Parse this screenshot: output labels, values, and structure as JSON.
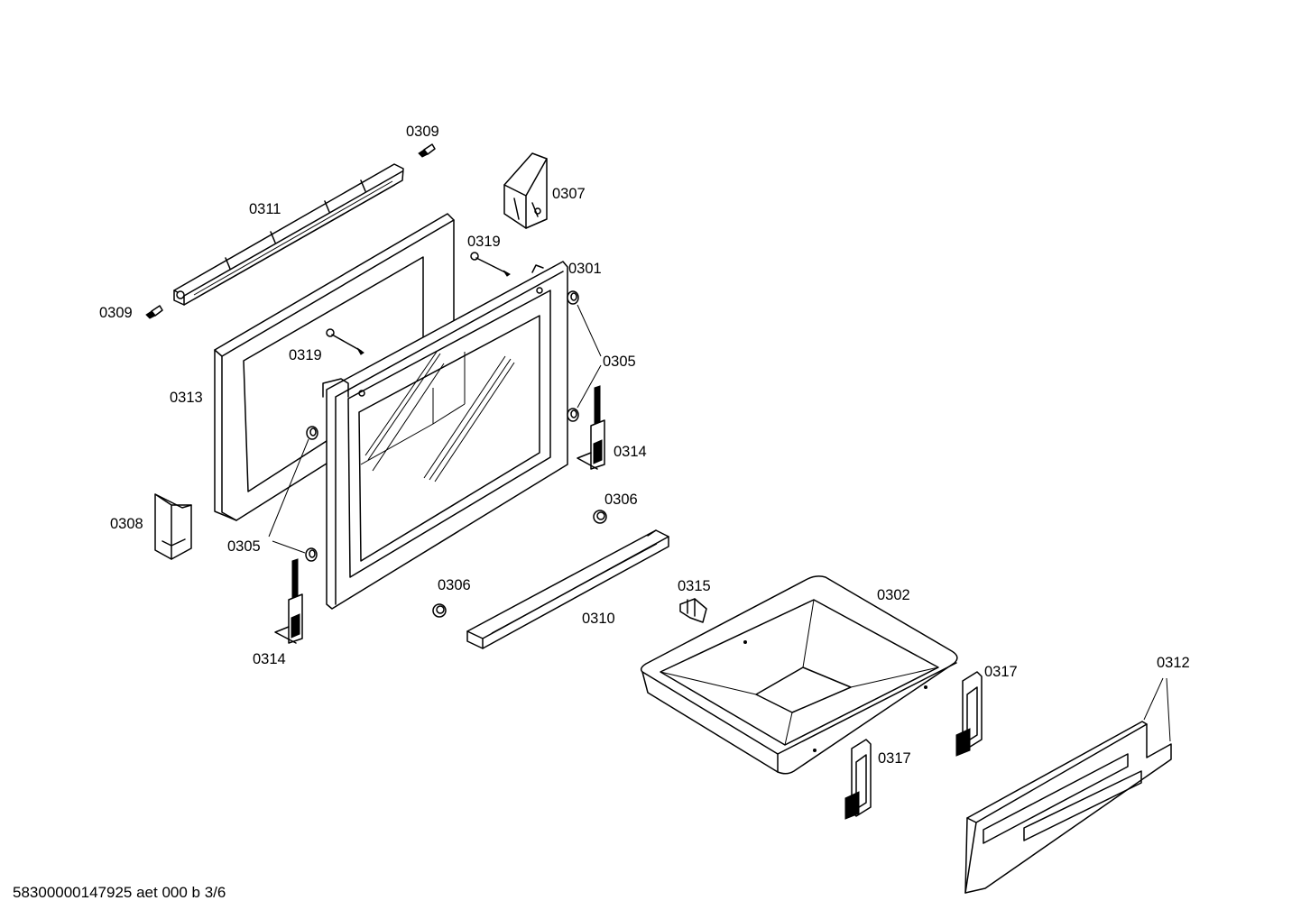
{
  "drawing": {
    "labels": {
      "l0309_top": "0309",
      "l0309_left": "0309",
      "l0311": "0311",
      "l0307": "0307",
      "l0319_top": "0319",
      "l0319_mid": "0319",
      "l0301": "0301",
      "l0305_right": "0305",
      "l0305_left": "0305",
      "l0313": "0313",
      "l0314_right": "0314",
      "l0314_left": "0314",
      "l0306_right": "0306",
      "l0306_left": "0306",
      "l0308": "0308",
      "l0310": "0310",
      "l0315": "0315",
      "l0302": "0302",
      "l0317_right": "0317",
      "l0317_mid": "0317",
      "l0312": "0312"
    },
    "footer": "58300000147925 aet 000 b 3/6"
  }
}
